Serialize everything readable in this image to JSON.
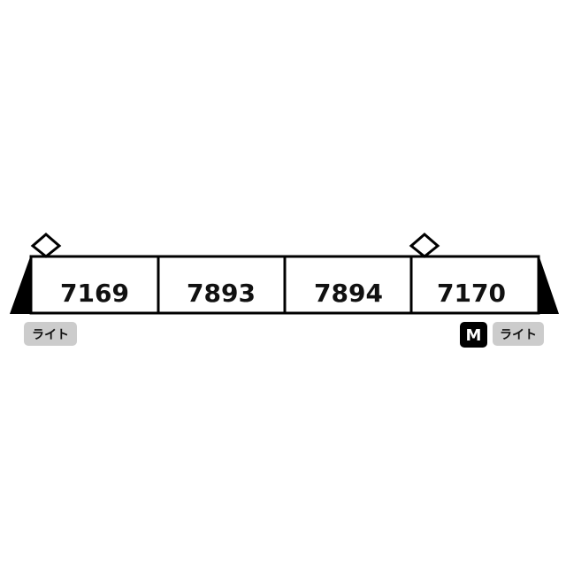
{
  "train": {
    "cars": [
      {
        "number": "7169"
      },
      {
        "number": "7893"
      },
      {
        "number": "7894"
      },
      {
        "number": "7170"
      }
    ],
    "tags": {
      "left_light": "ライト",
      "motor": "M",
      "right_light": "ライト"
    }
  },
  "colors": {
    "line": "#000000",
    "tag_bg": "#cccccc",
    "motor_bg": "#000000",
    "text": "#111111"
  }
}
